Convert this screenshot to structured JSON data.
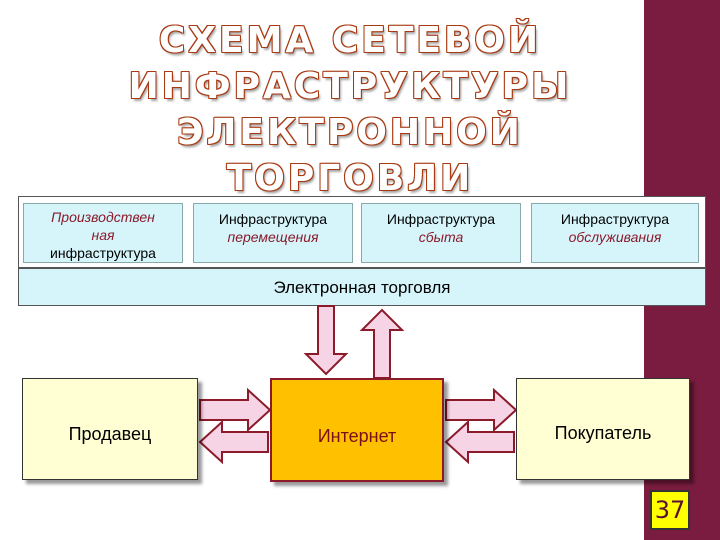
{
  "title": {
    "line1": "СХЕМА СЕТЕВОЙ",
    "line2": "ИНФРАСТРУКТУРЫ",
    "line3": "ЭЛЕКТРОННОЙ ТОРГОВЛИ"
  },
  "infrastructure": [
    {
      "line1": "Производствен",
      "line2": "ная",
      "line3": "инфраструктура"
    },
    {
      "line1": "Инфраструктура",
      "line2": "перемещения"
    },
    {
      "line1": "Инфраструктура",
      "line2": "сбыта"
    },
    {
      "line1": "Инфраструктура",
      "line2": "обслуживания"
    }
  ],
  "ecommerce_label": "Электронная торговля",
  "nodes": {
    "seller": "Продавец",
    "internet": "Интернет",
    "buyer": "Покупатель"
  },
  "slide_number": "37",
  "colors": {
    "sidebar": "#7a1c3f",
    "infra_fill": "#d5f5fb",
    "node_fill": "#ffffd3",
    "internet_fill": "#ffc000",
    "arrow_fill": "#f7d3e6",
    "arrow_stroke": "#8b1a2a",
    "accent_text": "#8b1a2a"
  }
}
